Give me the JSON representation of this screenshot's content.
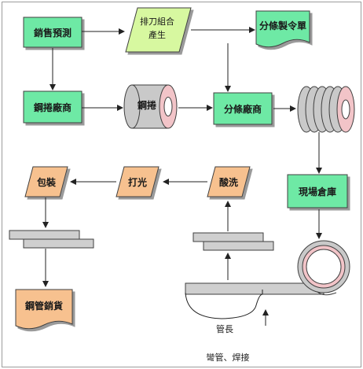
{
  "colors": {
    "green_box": "#6ee9a5",
    "light_green": "#d7f8a0",
    "orange": "#f7c18f",
    "coil_gray": "#c9c9c9",
    "coil_pink": "#f2c4c8",
    "flat_gray": "#cfcfcf",
    "line": "#222222"
  },
  "nodes": {
    "sales_forecast": "銷售預測",
    "knife_combo": "排刀組合產生",
    "slit_order": "分條製令單",
    "steel_strip_vendor": "鋼捲廠商",
    "coil_label": "鋼捲",
    "slitting_vendor": "分條廠商",
    "site_warehouse": "現場倉庫",
    "pickling": "酸洗",
    "polishing": "打光",
    "packing": "包裝",
    "steel_pipe_sales": "鋼管銷貨"
  },
  "annotations": {
    "pipe_length": "管長",
    "bending_welding": "彎管、焊接"
  }
}
